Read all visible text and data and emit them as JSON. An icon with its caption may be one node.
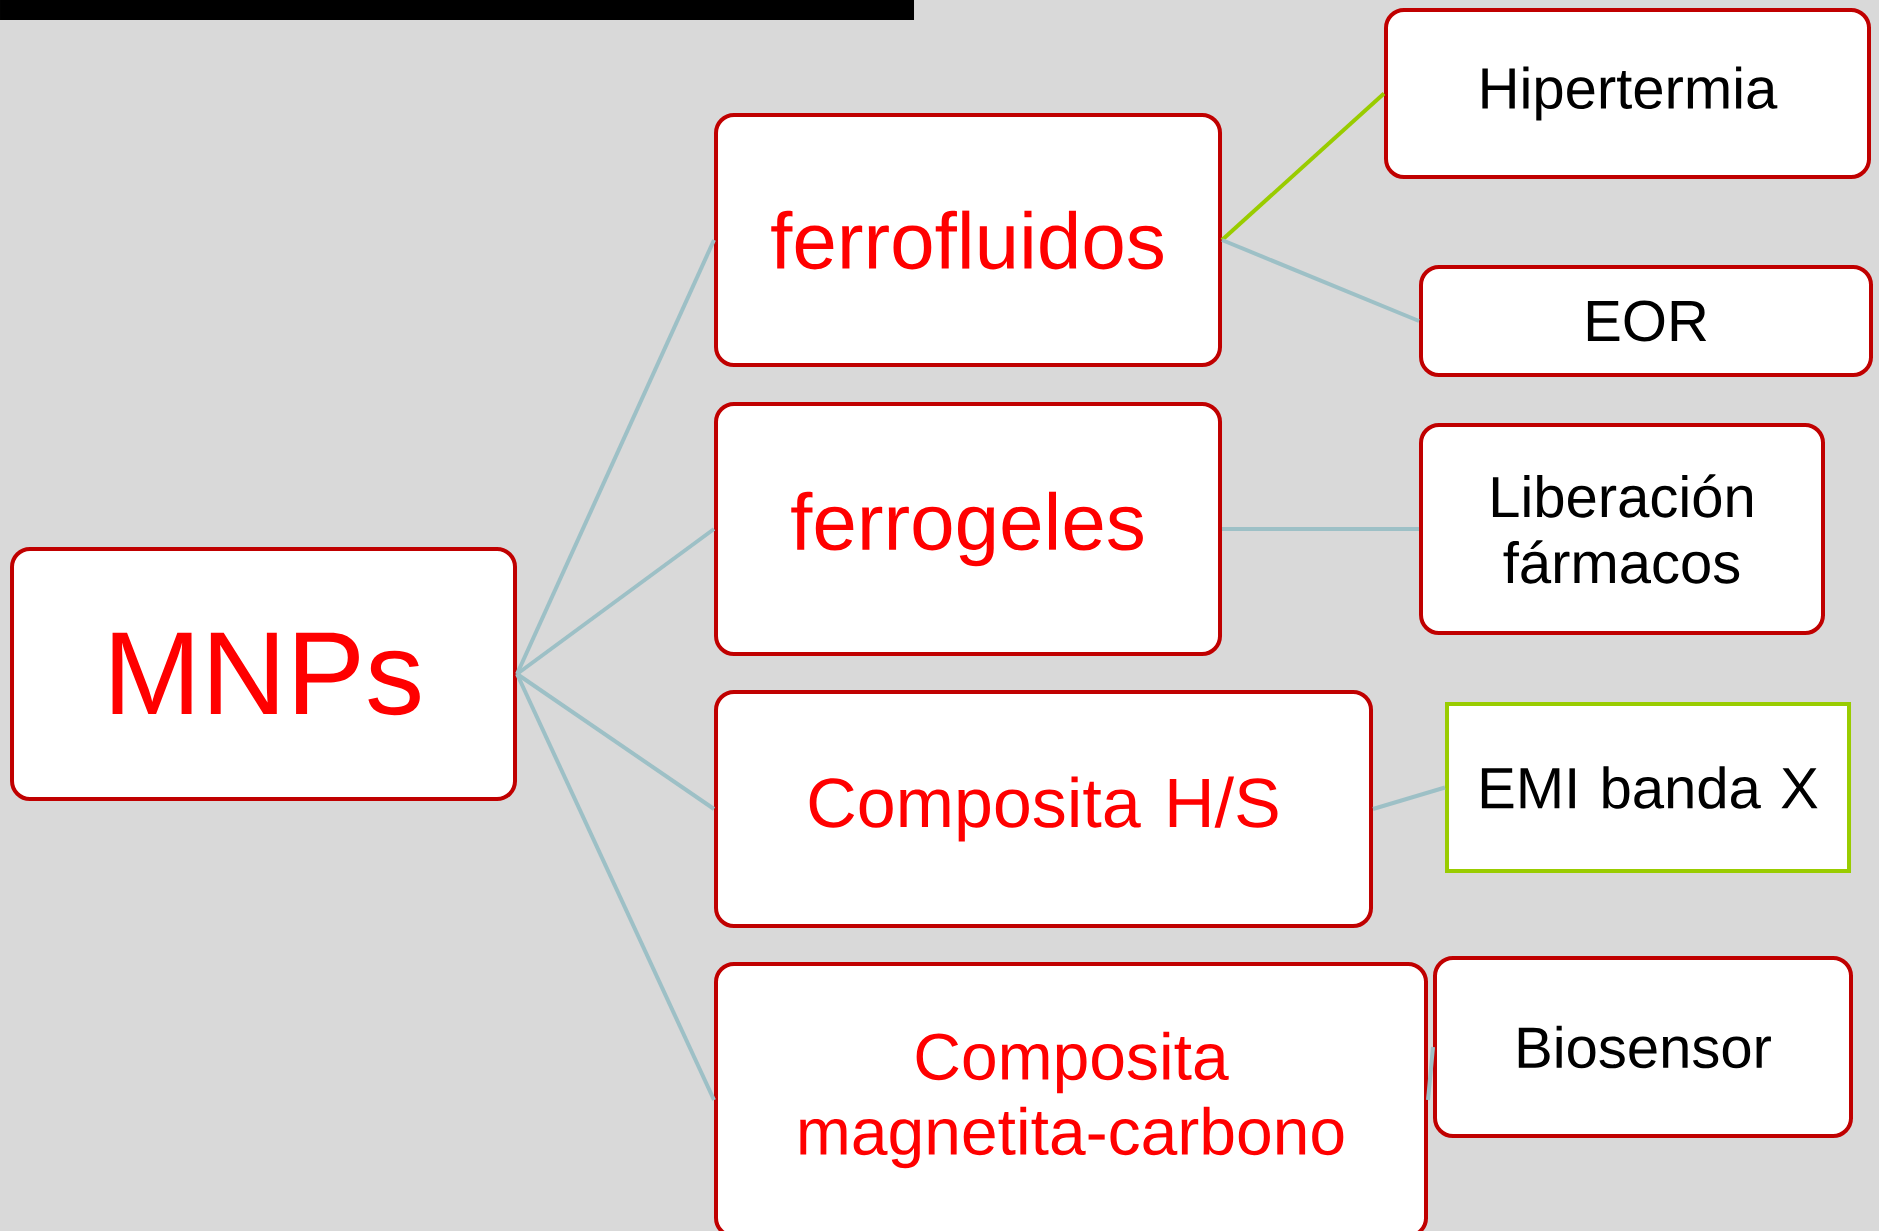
{
  "diagram": {
    "nodes": [
      {
        "text": [
          "MNPs"
        ]
      },
      {
        "text": [
          "ferrofluidos"
        ]
      },
      {
        "text": [
          "ferrogeles"
        ]
      },
      {
        "text": [
          "Composita H/S"
        ]
      },
      {
        "text": [
          "Composita magnetita-carbono"
        ]
      },
      {
        "text": [
          "Hipertermia"
        ]
      },
      {
        "text": [
          "EOR"
        ]
      },
      {
        "text": [
          "Liberación fármacos"
        ]
      },
      {
        "text": [
          "EMI banda X"
        ]
      },
      {
        "text": [
          "Biosensor"
        ]
      }
    ],
    "edges": [
      {
        "from": 0,
        "to": 1,
        "arrow": "none"
      },
      {
        "from": 0,
        "to": 2,
        "arrow": "none"
      },
      {
        "from": 0,
        "to": 3,
        "arrow": "none"
      },
      {
        "from": 0,
        "to": 4,
        "arrow": "none"
      },
      {
        "from": 1,
        "to": 5,
        "arrow": "none",
        "color": "#99cc00"
      },
      {
        "from": 1,
        "to": 6,
        "arrow": "none"
      },
      {
        "from": 2,
        "to": 7,
        "arrow": "none"
      },
      {
        "from": 3,
        "to": 8,
        "arrow": "none"
      },
      {
        "from": 4,
        "to": 9,
        "arrow": "none"
      }
    ]
  }
}
